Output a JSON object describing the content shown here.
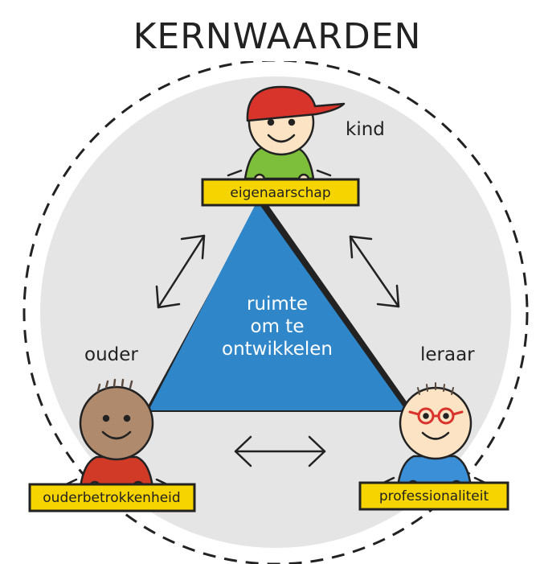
{
  "title": "KERNWAARDEN",
  "center": {
    "line1": "ruimte",
    "line2": "om te",
    "line3": "ontwikkelen"
  },
  "roles": {
    "kind": {
      "label": "kind",
      "value": "eigenaarschap"
    },
    "ouder": {
      "label": "ouder",
      "value": "ouderbetrokkenheid"
    },
    "leraar": {
      "label": "leraar",
      "value": "professionaliteit"
    }
  },
  "colors": {
    "circle": "#e5e5e5",
    "triangle": "#2f86c9",
    "label_box": "#f5d400",
    "cap": "#d9342b",
    "kid_shirt": "#7dbf3a",
    "parent_shirt": "#d13a27",
    "teacher_shirt": "#3a8fd6",
    "glasses": "#d9342b",
    "skin_light": "#fbe3c4",
    "skin_dark": "#b08a6c",
    "hair_dark": "#5b4a3f"
  },
  "icons": [
    "double-arrow-icon",
    "cap-icon",
    "glasses-icon"
  ]
}
